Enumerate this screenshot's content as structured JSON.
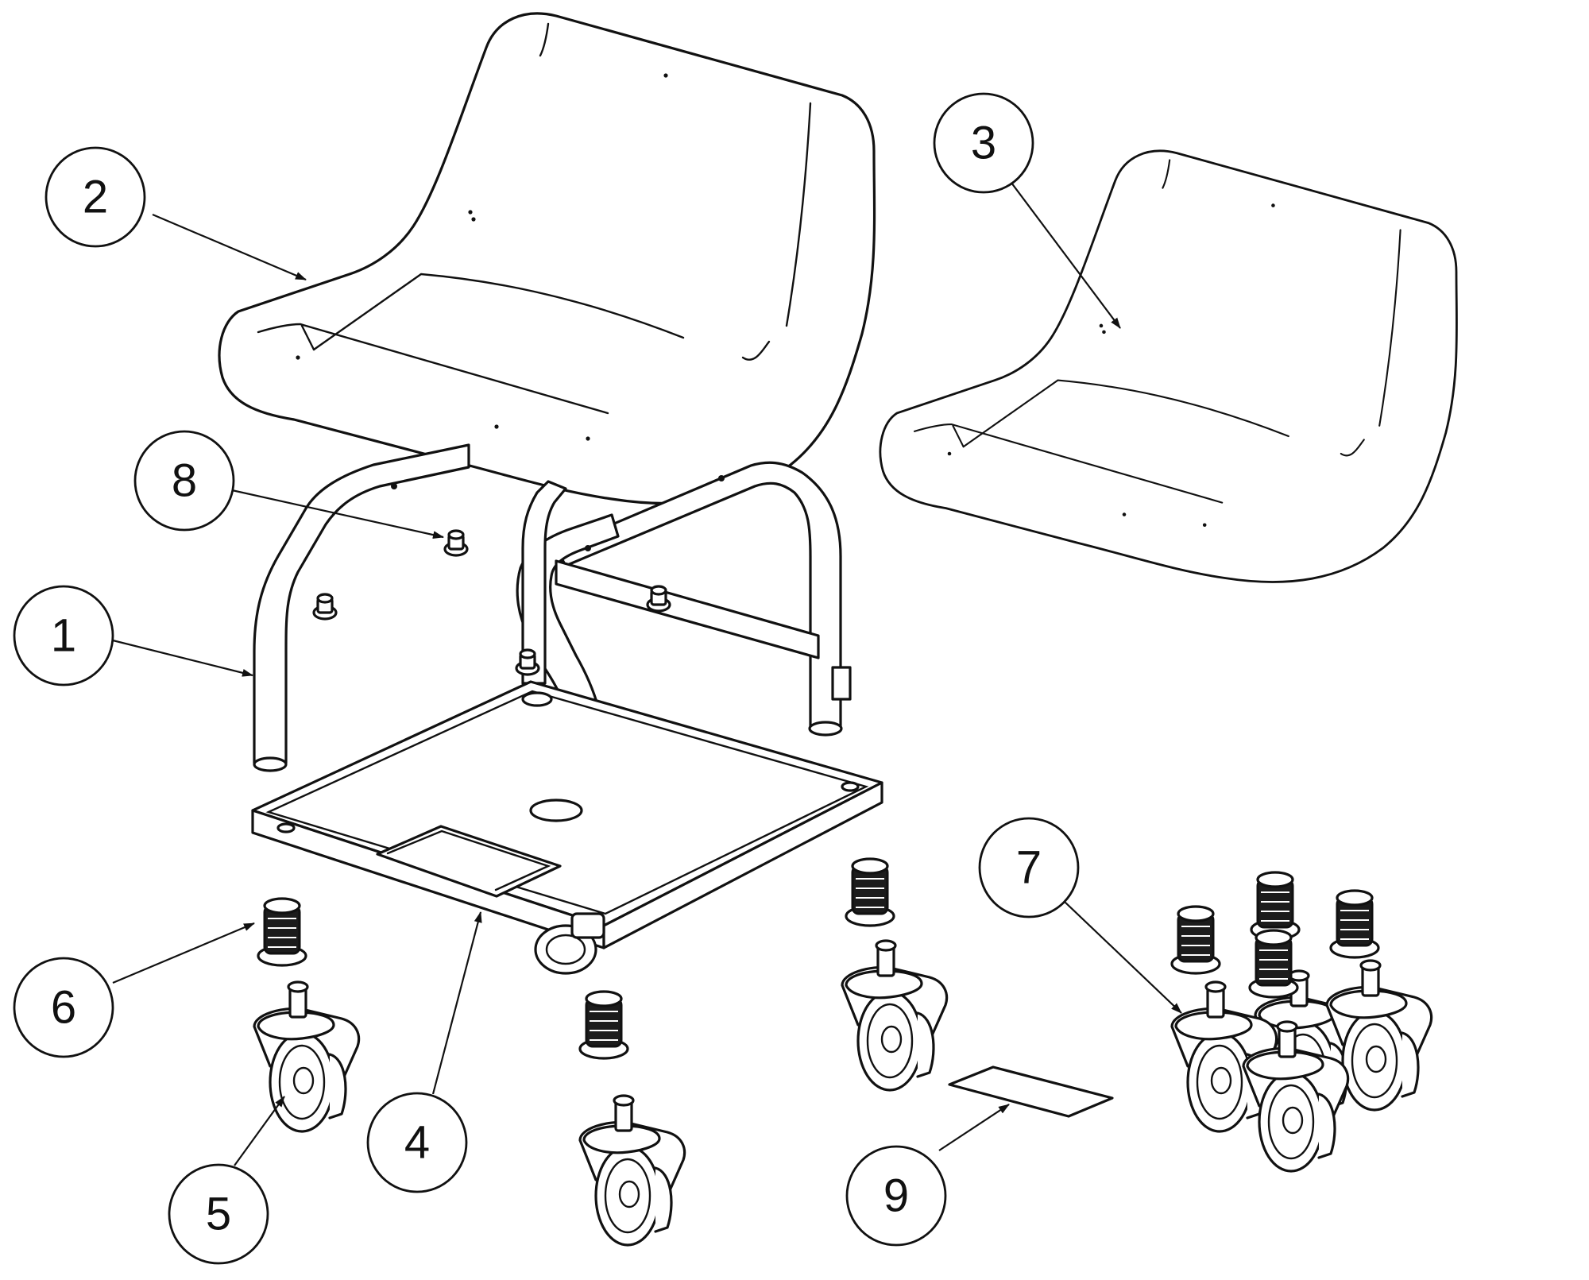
{
  "diagram": {
    "parts": [
      {
        "id": "frame",
        "callout": "1"
      },
      {
        "id": "seat-assembly",
        "callout": "2"
      },
      {
        "id": "seat-spare",
        "callout": "3"
      },
      {
        "id": "base-tray",
        "callout": "4"
      },
      {
        "id": "caster",
        "callout": "5"
      },
      {
        "id": "caster-stem-bushing",
        "callout": "6"
      },
      {
        "id": "caster-set",
        "callout": "7"
      },
      {
        "id": "screw",
        "callout": "8"
      },
      {
        "id": "label-plate",
        "callout": "9"
      }
    ],
    "colors": {
      "line": "#111111",
      "background": "#ffffff",
      "fill": "#ffffff",
      "dark": "#1c1c1c"
    }
  }
}
